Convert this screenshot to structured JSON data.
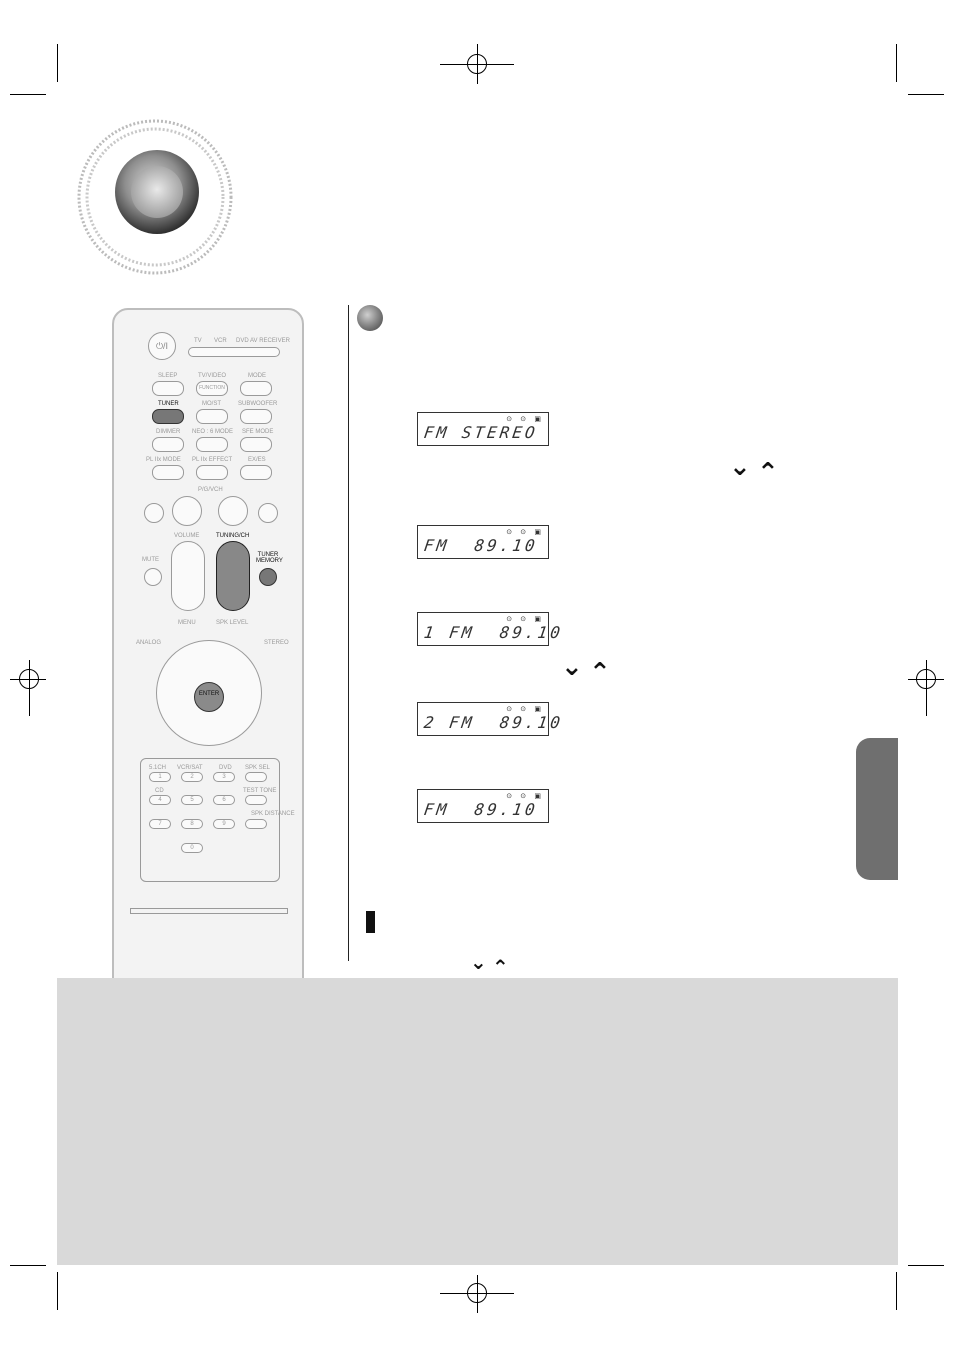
{
  "displays": [
    {
      "text": "FM STEREO"
    },
    {
      "text": "FM  89.10"
    },
    {
      "text": "1 FM  89.10"
    },
    {
      "text": "2 FM  89.10"
    },
    {
      "text": "FM  89.10"
    }
  ],
  "lcd_icons": "⊙ ⊙  ▣",
  "arrow_glyphs": {
    "down": "⌄",
    "up": "⌃"
  },
  "remote": {
    "top_labels": [
      "TV",
      "VCR",
      "DVD",
      "AV RECEIVER"
    ],
    "power": "⏻/I",
    "row1": [
      "SLEEP",
      "TV/VIDEO",
      "MODE"
    ],
    "function_label": "FUNCTION",
    "row2": [
      "TUNER",
      "MO/ST",
      "SUBWOOFER"
    ],
    "row3": [
      "DIMMER",
      "NEO : 6 MODE",
      "SFE MODE"
    ],
    "row4": [
      "PL IIx MODE",
      "PL IIx EFFECT",
      "EX/ES"
    ],
    "pkg_label": "P/G/VCH",
    "volume_label": "VOLUME",
    "tuning_label": "TUNING/CH",
    "tuner_memory_label": "TUNER MEMORY",
    "mute_label": "MUTE",
    "menu_label": "MENU",
    "spk_level_label": "SPK LEVEL",
    "analog_label": "ANALOG",
    "stereo_label": "STEREO",
    "enter_label": "ENTER",
    "keypad_labels": [
      "5.1CH",
      "VCR/SAT",
      "DVD",
      "SPK SEL",
      "CD",
      "TEST TONE",
      "SPK DISTANCE"
    ],
    "keys": [
      "1",
      "2",
      "3",
      "4",
      "5",
      "6",
      "7",
      "8",
      "9",
      "0"
    ]
  }
}
